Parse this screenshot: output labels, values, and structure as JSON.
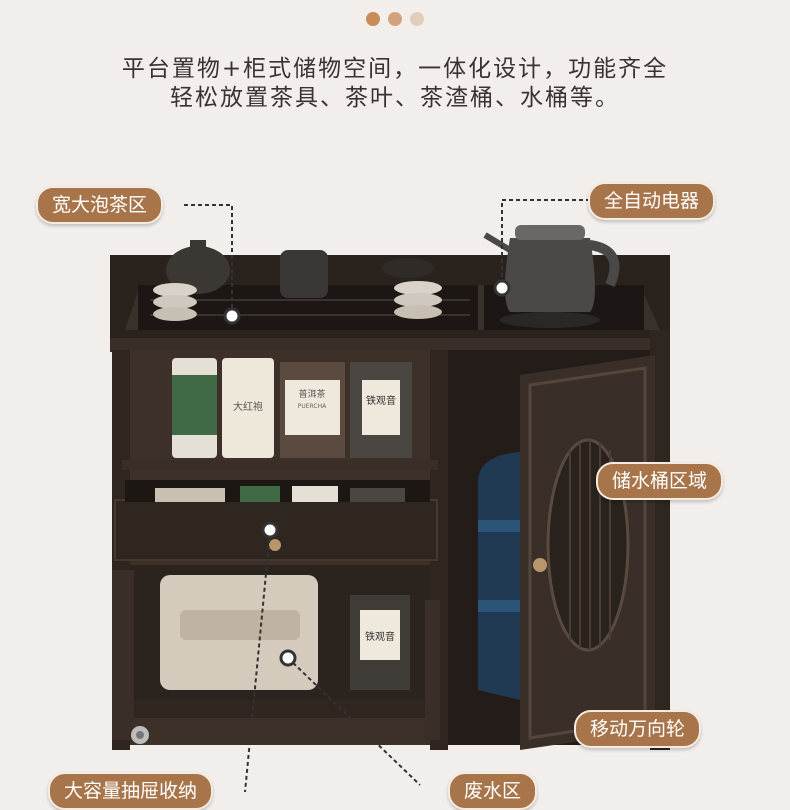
{
  "headline": {
    "line1": "平台置物+柜式储物空间，一体化设计，功能齐全",
    "line2": "轻松放置茶具、茶叶、茶渣桶、水桶等。"
  },
  "pager": {
    "dots": [
      "#c98c58",
      "#d3a27c",
      "#e2cdbb"
    ]
  },
  "callouts": {
    "tea_area": "宽大泡茶区",
    "auto_appliance": "全自动电器",
    "water_bucket_area": "储水桶区域",
    "drawer_storage": "大容量抽屉收纳",
    "waste_water_area": "废水区",
    "casters": "移动万向轮"
  },
  "product_labels": {
    "tin1": "普洱茶",
    "tin1_sub": "PUERCHA",
    "tin2": "铁观音",
    "tin3": "铁观音",
    "tall_can": "大红袍"
  },
  "colors": {
    "callout_bg": "#a8744a",
    "cabinet": "#2f2620",
    "cabinet_dark": "#1f1915",
    "leader": "#333333"
  }
}
